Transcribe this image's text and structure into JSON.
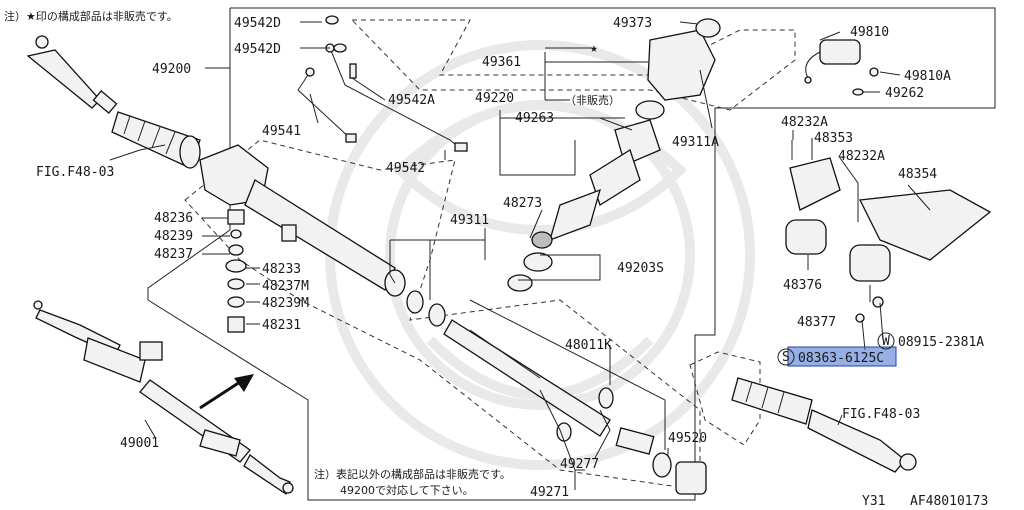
{
  "notes": {
    "top_note": "注）★印の構成部品は非販売です。",
    "bottom_note_line1": "注）表記以外の構成部品は非販売です。",
    "bottom_note_line2": "49200で対応して下さい。",
    "not_sold_tag": "（非販売）",
    "star": "★"
  },
  "footer": {
    "page_code": "Y31",
    "figure_id": "AF48010173"
  },
  "labels": {
    "p49542D_1": "49542D",
    "p49542D_2": "49542D",
    "p49200": "49200",
    "p49542A": "49542A",
    "p49541": "49541",
    "p49542": "49542",
    "p49373": "49373",
    "p49361": "49361",
    "p49220": "49220",
    "p49263": "49263",
    "p49311A": "49311A",
    "p49810": "49810",
    "p49810A": "49810A",
    "p49262": "49262",
    "p48232A_1": "48232A",
    "p48353": "48353",
    "p48232A_2": "48232A",
    "p48354": "48354",
    "p48376": "48376",
    "p48377": "48377",
    "pW08915": "08915-2381A",
    "pW_mark": "W",
    "pS08363": "08363-6125C",
    "pS_mark": "S",
    "p48273": "48273",
    "p49311": "49311",
    "p49203S": "49203S",
    "p48236": "48236",
    "p48239": "48239",
    "p48237": "48237",
    "p48233": "48233",
    "p48237M": "48237M",
    "p48239M": "48239M",
    "p48231": "48231",
    "p48011K": "48011K",
    "p49520": "49520",
    "p49277": "49277",
    "p49271": "49271",
    "p49001": "49001",
    "figL": "FIG.F48-03",
    "figR": "FIG.F48-03"
  },
  "highlight": {
    "color": "#3f6fd0",
    "target": "08363-6125C"
  }
}
